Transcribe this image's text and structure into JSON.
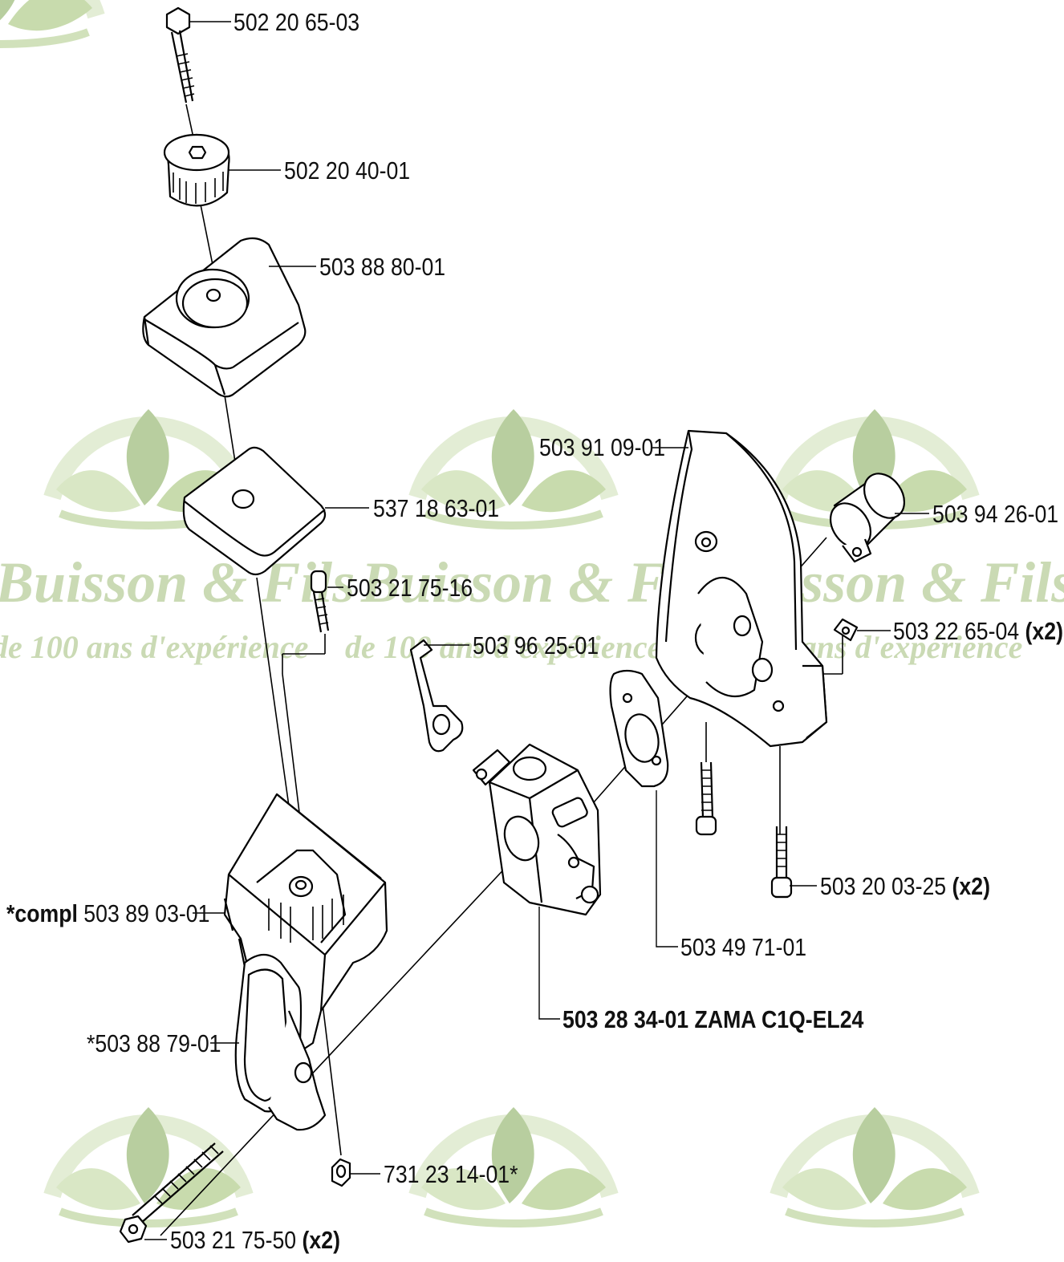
{
  "watermark": {
    "brand": "Buisson & Fils",
    "tagline": "de 100 ans d'expérience",
    "color": "#c8d8b0",
    "logo_colors": {
      "leaf_dark": "#b5cc9a",
      "leaf_light": "#d7e6c2",
      "arc": "#e2ecd3"
    }
  },
  "diagram": {
    "line_color": "#000000",
    "fill_color": "#ffffff"
  },
  "parts": [
    {
      "id": "bolt_top",
      "number": "502 20 65-03",
      "suffix": "",
      "prefix": ""
    },
    {
      "id": "knob",
      "number": "502 20 40-01",
      "suffix": "",
      "prefix": ""
    },
    {
      "id": "filter_cover",
      "number": "503 88 80-01",
      "suffix": "",
      "prefix": ""
    },
    {
      "id": "air_filter",
      "number": "537 18 63-01",
      "suffix": "",
      "prefix": ""
    },
    {
      "id": "screw_small",
      "number": "503 21 75-16",
      "suffix": "",
      "prefix": ""
    },
    {
      "id": "intake",
      "number": "503 91 09-01",
      "suffix": "",
      "prefix": ""
    },
    {
      "id": "sleeve",
      "number": "503 94 26-01",
      "suffix": "",
      "prefix": ""
    },
    {
      "id": "nut_square",
      "number": "503 22 65-04",
      "suffix": "(x2)",
      "prefix": ""
    },
    {
      "id": "link",
      "number": "503 96 25-01",
      "suffix": "",
      "prefix": ""
    },
    {
      "id": "screw_long",
      "number": "503 20 03-25",
      "suffix": "(x2)",
      "prefix": ""
    },
    {
      "id": "filter_housing",
      "number": "503 89 03-01",
      "suffix": "",
      "prefix": "*compl"
    },
    {
      "id": "gasket",
      "number": "503 49 71-01",
      "suffix": "",
      "prefix": ""
    },
    {
      "id": "carburetor",
      "number": "503 28 34-01 ZAMA C1Q-EL24",
      "suffix": "",
      "prefix": ""
    },
    {
      "id": "choke_button",
      "number": "*503 88 79-01",
      "suffix": "",
      "prefix": ""
    },
    {
      "id": "nut_hex",
      "number": "731 23 14-01*",
      "suffix": "",
      "prefix": ""
    },
    {
      "id": "bolt_long",
      "number": "503 21 75-50",
      "suffix": "(x2)",
      "prefix": ""
    }
  ]
}
